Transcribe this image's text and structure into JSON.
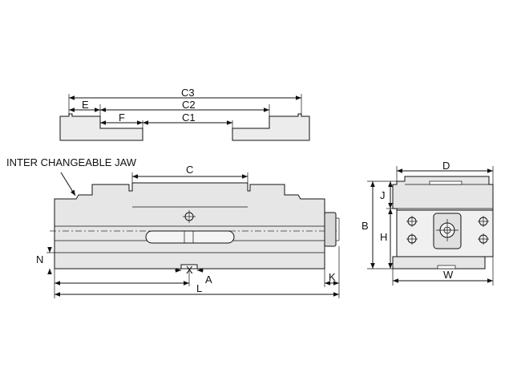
{
  "colors": {
    "line": "#111111",
    "body_fill": "#e6e6e6",
    "jaw_fill": "#ececec",
    "background": "#ffffff"
  },
  "callout": {
    "text": "INTER CHANGEABLE JAW"
  },
  "dimensions": {
    "c3": "C3",
    "c2": "C2",
    "c1": "C1",
    "e": "E",
    "f": "F",
    "c": "C",
    "n": "N",
    "x": "X",
    "a": "A",
    "k": "K",
    "l": "L",
    "d": "D",
    "j": "J",
    "b": "B",
    "h": "H",
    "w": "W"
  }
}
